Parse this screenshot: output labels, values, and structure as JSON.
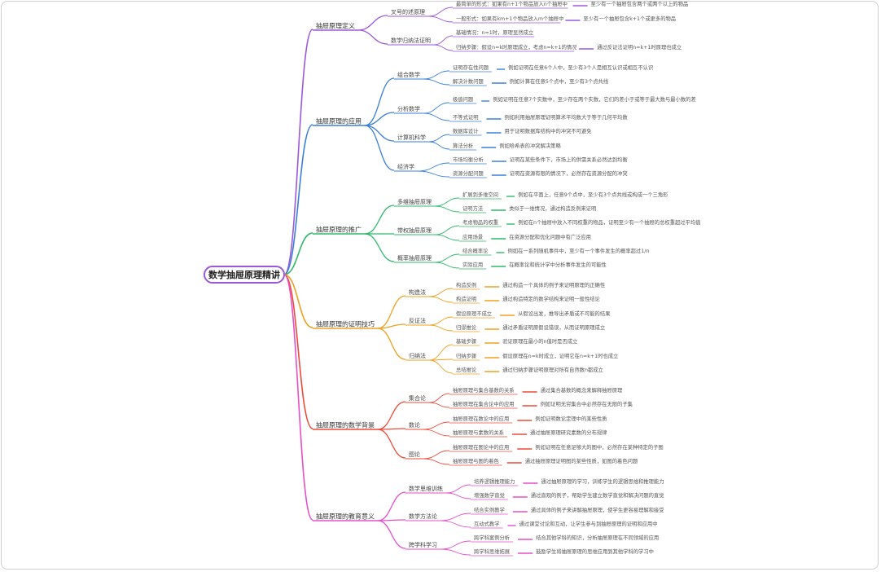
{
  "root": "数学抽屉原理精讲",
  "branches": [
    {
      "label": "抽屉原理定义",
      "color": "#9b59d9",
      "children": [
        {
          "label": "叉号的述原理",
          "children": [
            {
              "label": "最简单的形式：如果有n+1个物品放入n个抽屉中",
              "children": [
                "至少有一个抽屉包含两个或两个以上的物品"
              ]
            },
            {
              "label": "一般形式：如果有km+1个物品放入m个抽屉中",
              "children": [
                "至少有一个抽屉包含k+1个或更多的物品"
              ]
            }
          ]
        },
        {
          "label": "数学归纳法证明",
          "children": [
            {
              "label": "基础情况：n=1时，原理显然成立",
              "children": []
            },
            {
              "label": "归纳步骤：假设n=k时原理成立，考虑n=k+1的情况",
              "children": [
                "通过反证法证明n=k+1时原理也成立"
              ]
            }
          ]
        }
      ]
    },
    {
      "label": "抽屉原理的应用",
      "color": "#3b7fd9",
      "children": [
        {
          "label": "组合数学",
          "children": [
            {
              "label": "证明存在性问题",
              "children": [
                "例如证明在任意6个人中，至少有3个人是相互认识或相互不认识"
              ]
            },
            {
              "label": "解决计数问题",
              "children": [
                "例如计算在任意5个点中，至少有3个点共线"
              ]
            }
          ]
        },
        {
          "label": "分析数学",
          "children": [
            {
              "label": "极值问题",
              "children": [
                "例如证明在任意7个实数中，至少存在两个实数，它们的差小于或等于最大数与最小数的差"
              ]
            },
            {
              "label": "不等式证明",
              "children": [
                "例如利用抽屉原理证明算术平均数大于等于几何平均数"
              ]
            }
          ]
        },
        {
          "label": "计算机科学",
          "children": [
            {
              "label": "数据库设计",
              "children": [
                "用于证明数据库结构中的冲突不可避免"
              ]
            },
            {
              "label": "算法分析",
              "children": [
                "例如哈希表的冲突解决策略"
              ]
            }
          ]
        },
        {
          "label": "经济学",
          "children": [
            {
              "label": "市场均衡分析",
              "children": [
                "证明在某些条件下，市场上的供需关系必然达到均衡"
              ]
            },
            {
              "label": "资源分配问题",
              "children": [
                "证明在资源有限的情况下，必然存在资源分配的冲突"
              ]
            }
          ]
        }
      ]
    },
    {
      "label": "抽屉原理的推广",
      "color": "#2fb86a",
      "children": [
        {
          "label": "多维抽屉原理",
          "children": [
            {
              "label": "扩展到多维空间",
              "children": [
                "例如在平面上，任意9个点中，至少有3个点共线或构成一个三角形"
              ]
            },
            {
              "label": "证明方法",
              "children": [
                "类似于一维情况，通过构造反例来证明"
              ]
            }
          ]
        },
        {
          "label": "带权抽屉原理",
          "children": [
            {
              "label": "考虑物品的权重",
              "children": [
                "例如在n个抽屉中放入不同权重的物品，证明至少有一个抽屉的总权重超过平均值"
              ]
            },
            {
              "label": "应用场景",
              "children": [
                "在资源分配和优化问题中有广泛应用"
              ]
            }
          ]
        },
        {
          "label": "概率抽屉原理",
          "children": [
            {
              "label": "结合概率论",
              "children": [
                "例如在一系列随机事件中，至少有一个事件发生的概率超过1/n"
              ]
            },
            {
              "label": "实际应用",
              "children": [
                "在概率论和统计学中分析事件发生的可能性"
              ]
            }
          ]
        }
      ]
    },
    {
      "label": "抽屉原理的证明技巧",
      "color": "#f0a020",
      "children": [
        {
          "label": "构造法",
          "children": [
            {
              "label": "构造反例",
              "children": [
                "通过构造一个具体的例子来证明原理的正确性"
              ]
            },
            {
              "label": "构造证明",
              "children": [
                "通过构造特定的数学结构来证明一般性结论"
              ]
            }
          ]
        },
        {
          "label": "反证法",
          "children": [
            {
              "label": "假设原理不成立",
              "children": [
                "从假设出发，推导出矛盾或不可能的结果"
              ]
            },
            {
              "label": "归谬推论",
              "children": [
                "通过矛盾证明原假设错误，从而证明原理成立"
              ]
            }
          ]
        },
        {
          "label": "归纳法",
          "children": [
            {
              "label": "基础步骤",
              "children": [
                "验证原理在最小的n值时是否成立"
              ]
            },
            {
              "label": "归纳步骤",
              "children": [
                "假设原理在n=k时成立，证明它在n=k+1时也成立"
              ]
            },
            {
              "label": "总结推论",
              "children": [
                "通过归纳步骤证明原理对所有自然数n都成立"
              ]
            }
          ]
        }
      ]
    },
    {
      "label": "抽屉原理的数学背景",
      "color": "#ee4a3a",
      "children": [
        {
          "label": "集合论",
          "children": [
            {
              "label": "抽屉原理与集合基数的关系",
              "children": [
                "通过集合基数的概念来解释抽屉原理"
              ]
            },
            {
              "label": "抽屉原理在集合论中的应用",
              "children": [
                "例如证明无穷集合中必然存在无限的子集"
              ]
            }
          ]
        },
        {
          "label": "数论",
          "children": [
            {
              "label": "抽屉原理在数论中的应用",
              "children": [
                "例如证明数论定理中的某些性质"
              ]
            },
            {
              "label": "抽屉原理与素数的关系",
              "children": [
                "通过抽屉原理研究素数的分布规律"
              ]
            }
          ]
        },
        {
          "label": "图论",
          "children": [
            {
              "label": "抽屉原理在图论中的应用",
              "children": [
                "例如证明在任意足够大的图中，必然存在某种特定的子图"
              ]
            },
            {
              "label": "抽屉原理与图的着色",
              "children": [
                "通过抽屉原理证明图的某些性质，如图的着色问题"
              ]
            }
          ]
        }
      ]
    },
    {
      "label": "抽屉原理的教育意义",
      "color": "#e64fc8",
      "children": [
        {
          "label": "数学思维训练",
          "children": [
            {
              "label": "培养逻辑推理能力",
              "children": [
                "通过抽屉原理的学习，训练学生的逻辑思维和推理能力"
              ]
            },
            {
              "label": "增强数学直觉",
              "children": [
                "通过直观的例子，帮助学生建立数学直觉和解决问题的直觉"
              ]
            }
          ]
        },
        {
          "label": "数学方法论",
          "children": [
            {
              "label": "结合实例教学",
              "children": [
                "通过具体的例子来讲解抽屉原理，使学生更容易理解和接受"
              ]
            },
            {
              "label": "互动式教学",
              "children": [
                "通过课堂讨论和互动，让学生参与到抽屉原理的证明和应用中"
              ]
            }
          ]
        },
        {
          "label": "跨学科学习",
          "children": [
            {
              "label": "跨学科案例分析",
              "children": [
                "结合其他学科的知识，分析抽屉原理在不同领域的应用"
              ]
            },
            {
              "label": "跨学科思维拓展",
              "children": [
                "鼓励学生将抽屉原理的思维应用到其他学科的学习中"
              ]
            }
          ]
        }
      ]
    }
  ]
}
